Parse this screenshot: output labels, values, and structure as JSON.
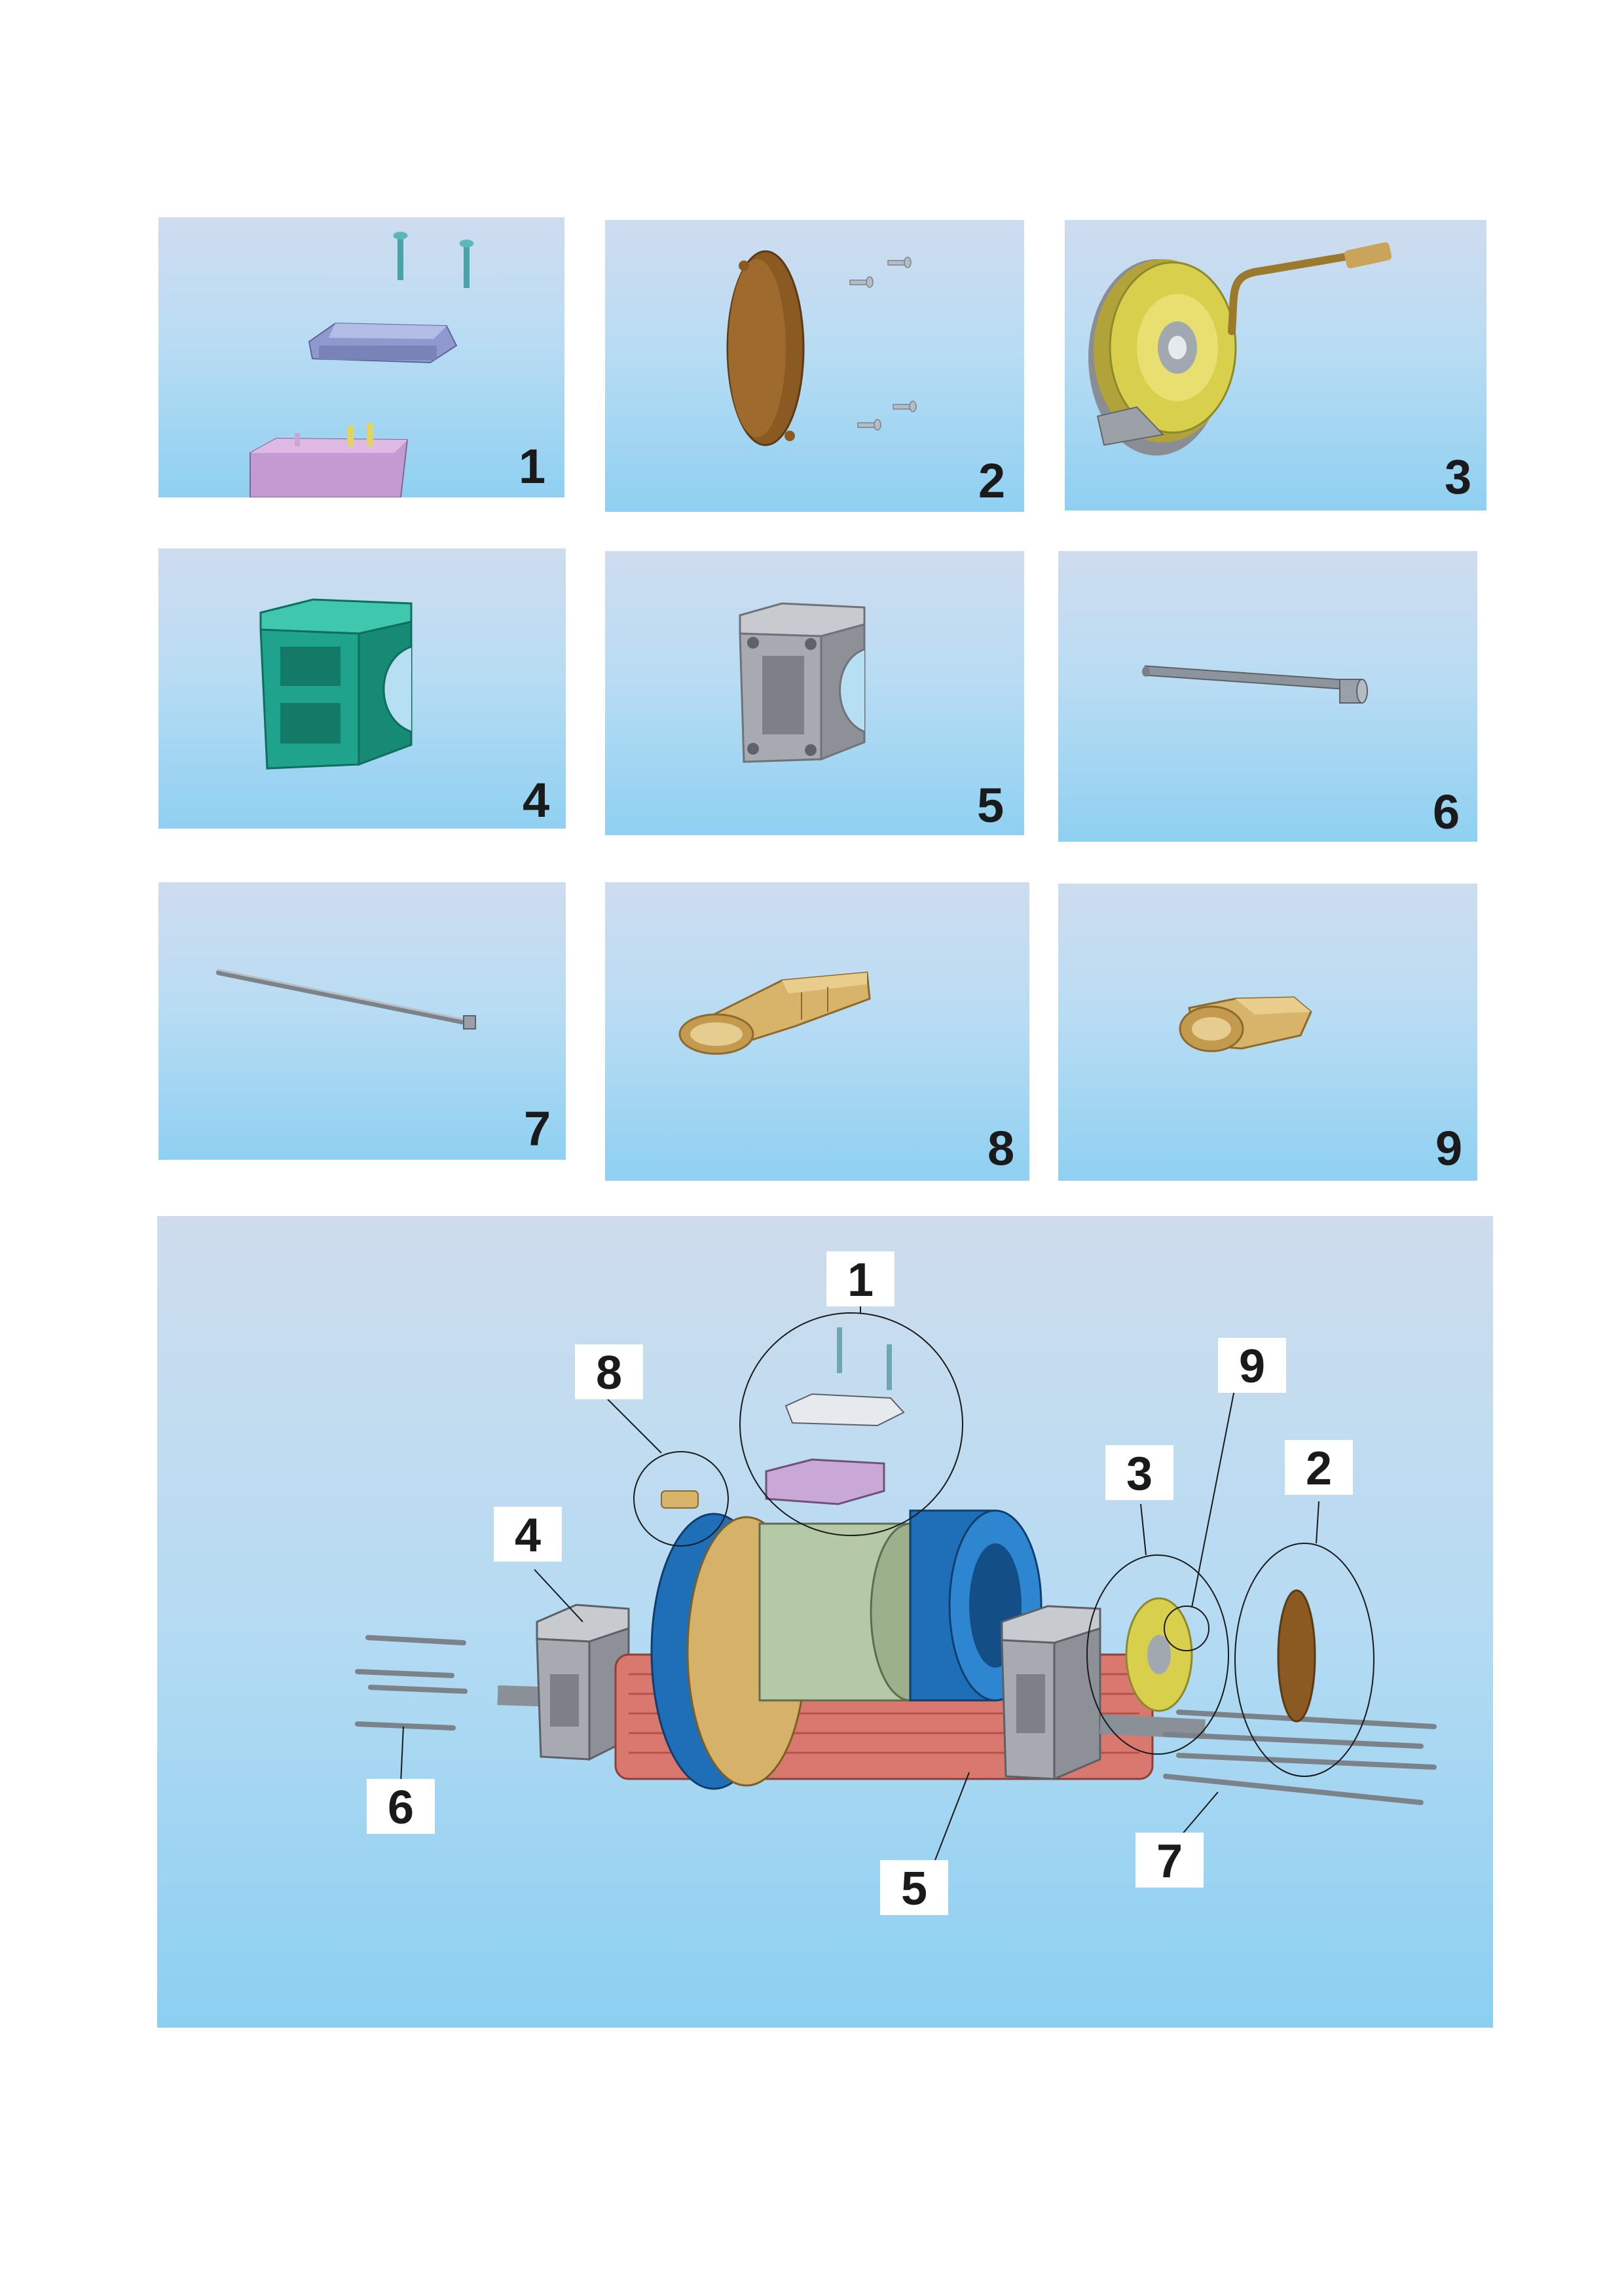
{
  "panels": [
    {
      "label": "1",
      "part": "control-box-with-screws"
    },
    {
      "label": "2",
      "part": "end-cover-with-screws"
    },
    {
      "label": "3",
      "part": "brake-with-cable"
    },
    {
      "label": "4",
      "part": "mounting-bracket-green"
    },
    {
      "label": "5",
      "part": "mounting-bracket-grey"
    },
    {
      "label": "6",
      "part": "short-bolt"
    },
    {
      "label": "7",
      "part": "long-tie-rod"
    },
    {
      "label": "8",
      "part": "connector-large"
    },
    {
      "label": "9",
      "part": "connector-small"
    }
  ],
  "assembly": {
    "callouts": [
      "1",
      "8",
      "9",
      "3",
      "2",
      "4",
      "6",
      "5",
      "7"
    ]
  },
  "colors": {
    "panel_top": "#cfdcef",
    "panel_bottom": "#8fd0f1",
    "control_box": "#9ba6d6",
    "control_base": "#c99ad0",
    "cover": "#8b5a22",
    "brake_disc": "#c9c23a",
    "bracket_green": "#1fa38d",
    "bracket_grey": "#a7abb1",
    "connector": "#d8b36a",
    "stator": "#d9786e",
    "housing_blue": "#1f6fb8",
    "housing_gold": "#d6b16a",
    "housing_green": "#b6c9a6"
  }
}
